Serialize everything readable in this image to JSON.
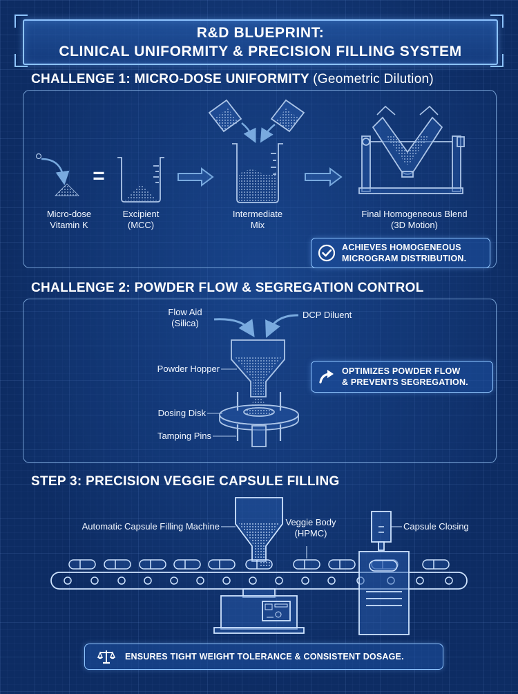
{
  "title": {
    "line1": "R&D BLUEPRINT:",
    "line2": "CLINICAL UNIFORMITY & PRECISION FILLING SYSTEM"
  },
  "challenge1": {
    "heading": "CHALLENGE 1: MICRO-DOSE UNIFORMITY",
    "heading_sub": "(Geometric Dilution)",
    "labels": {
      "micro_dose_1": "Micro-dose",
      "micro_dose_2": "Vitamin K",
      "equals": "=",
      "excipient_1": "Excipient",
      "excipient_2": "(MCC)",
      "intermediate_1": "Intermediate",
      "intermediate_2": "Mix",
      "final_1": "Final Homogeneous Blend",
      "final_2": "(3D Motion)"
    },
    "callout": {
      "line1": "ACHIEVES HOMOGENEOUS",
      "line2": "MICROGRAM DISTRIBUTION.",
      "icon": "check-circle-icon"
    }
  },
  "challenge2": {
    "heading": "CHALLENGE 2: POWDER FLOW & SEGREGATION CONTROL",
    "labels": {
      "flow_aid_1": "Flow Aid",
      "flow_aid_2": "(Silica)",
      "dcp": "DCP Diluent",
      "hopper": "Powder Hopper",
      "disk": "Dosing Disk",
      "pins": "Tamping Pins"
    },
    "callout": {
      "line1": "OPTIMIZES POWDER FLOW",
      "line2": "& PREVENTS SEGREGATION.",
      "icon": "curved-arrow-icon"
    }
  },
  "step3": {
    "heading": "STEP 3: PRECISION VEGGIE CAPSULE FILLING",
    "labels": {
      "machine": "Automatic Capsule Filling Machine",
      "veggie_1": "Veggie Body",
      "veggie_2": "(HPMC)",
      "closing": "Capsule Closing"
    },
    "callout": {
      "line1": "ENSURES TIGHT WEIGHT TOLERANCE & CONSISTENT DOSAGE.",
      "icon": "balance-scale-icon"
    }
  },
  "colors": {
    "background": "#0d2c63",
    "line": "#cfe4ff",
    "accent": "#8ec4ff",
    "arrow": "#8fc3f5"
  }
}
